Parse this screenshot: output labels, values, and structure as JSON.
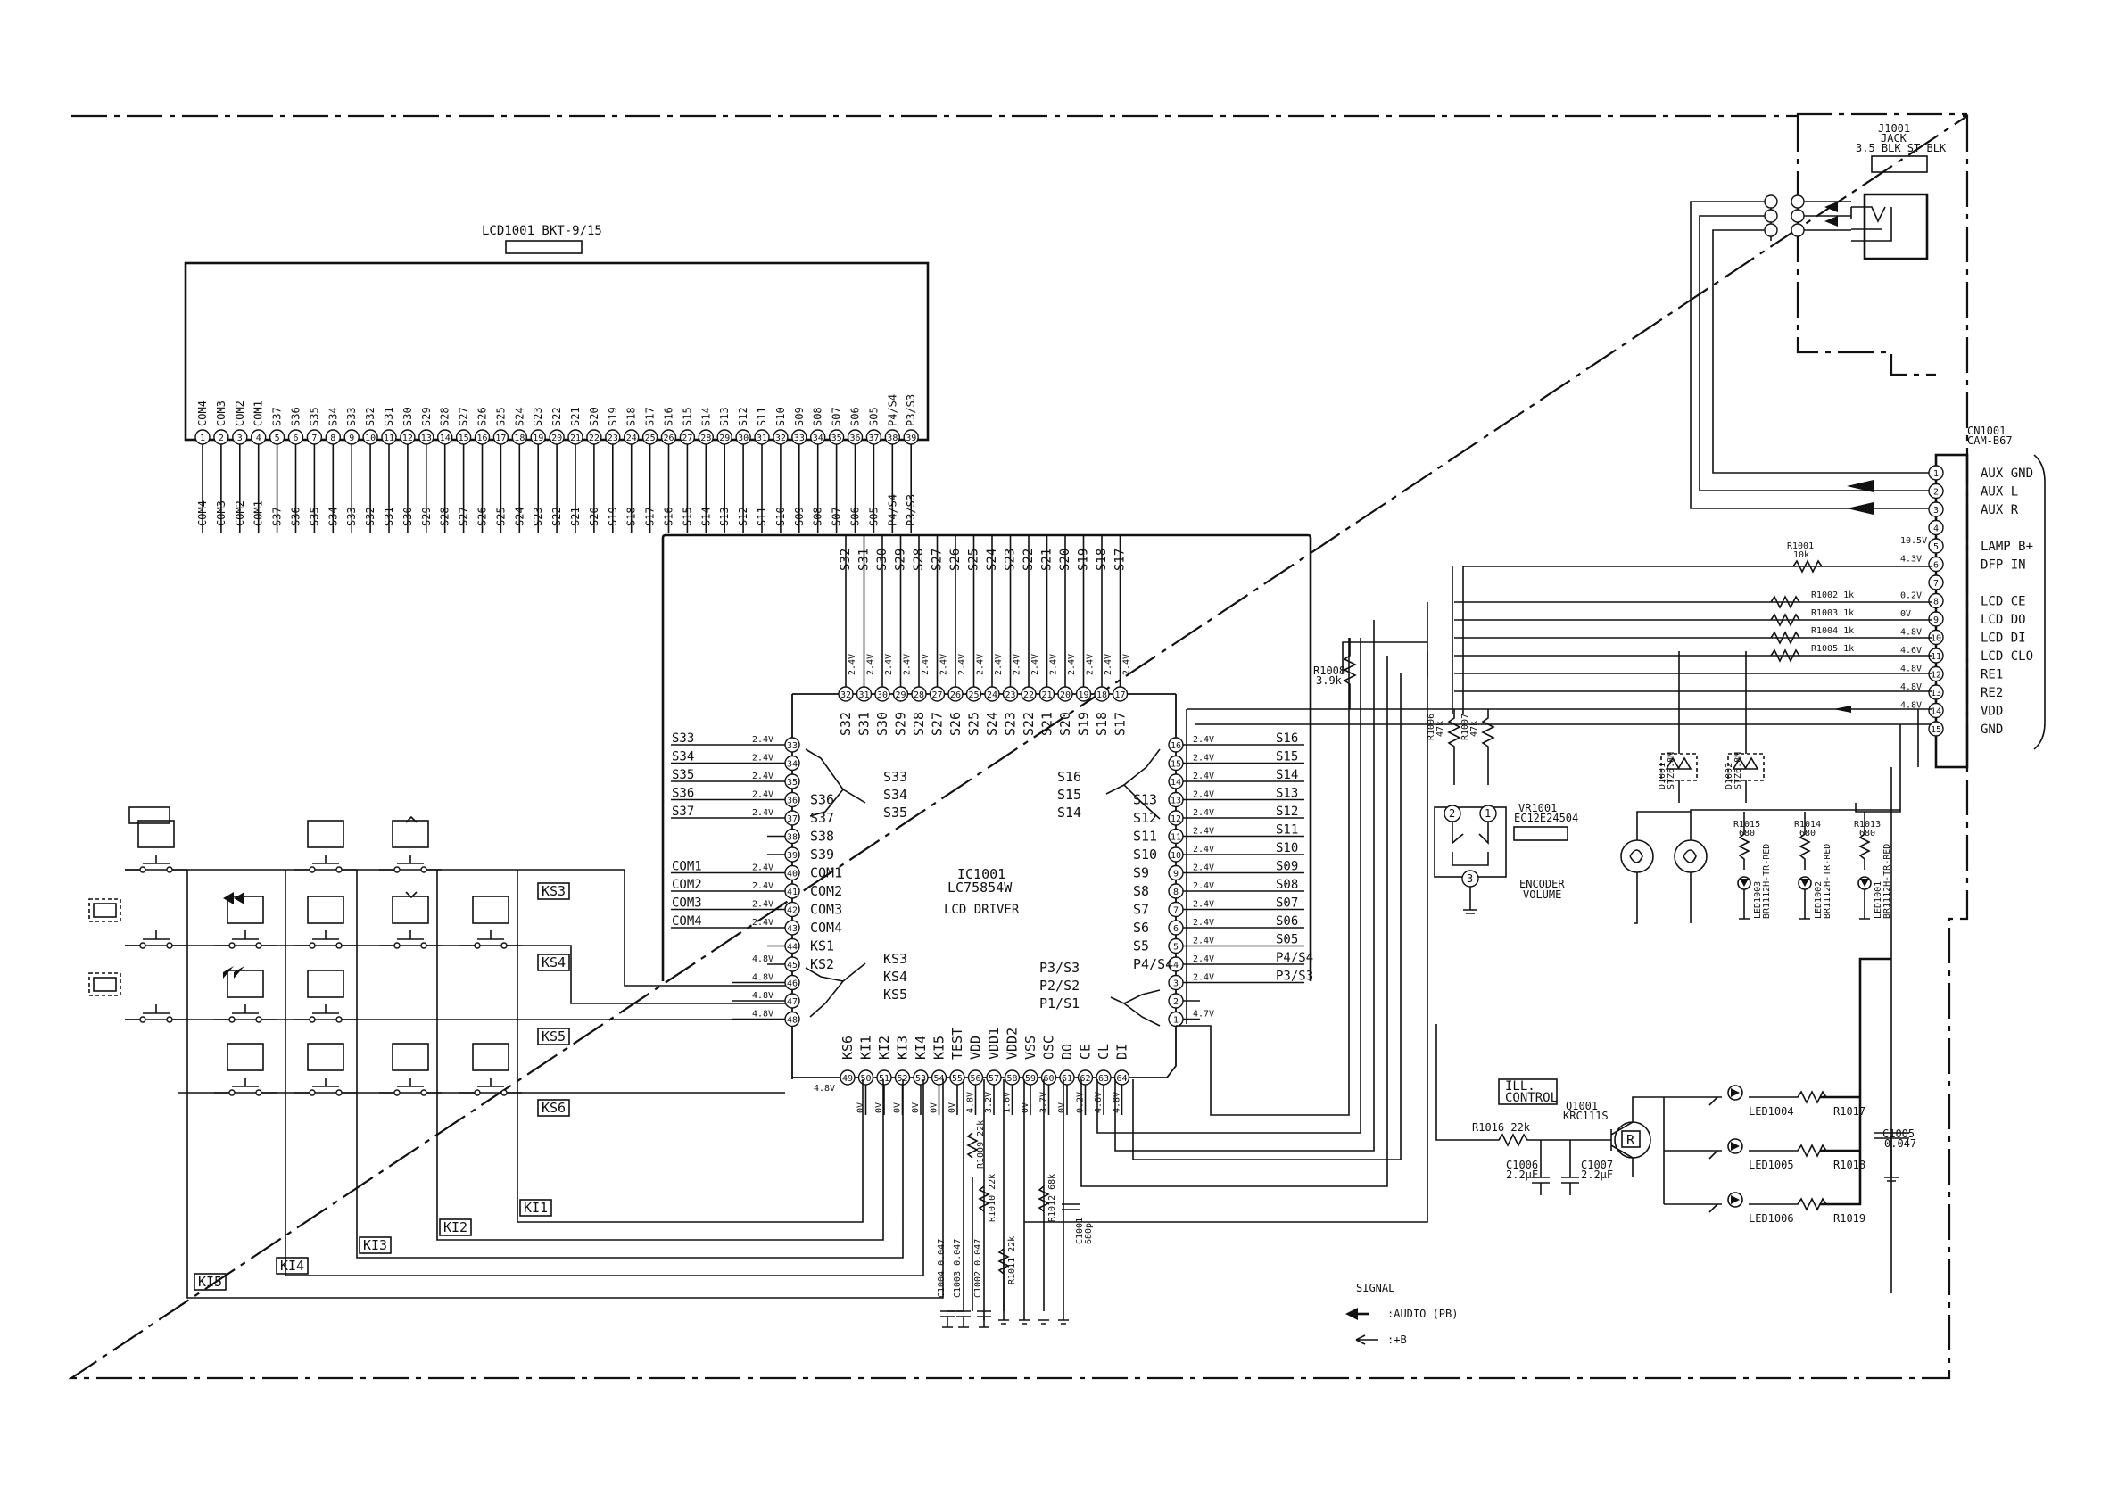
{
  "lcd": {
    "ref": "LCD1001 BKT-9/15",
    "pins": [
      "COM4",
      "COM3",
      "COM2",
      "COM1",
      "S37",
      "S36",
      "S35",
      "S34",
      "S33",
      "S32",
      "S31",
      "S30",
      "S29",
      "S28",
      "S27",
      "S26",
      "S25",
      "S24",
      "S23",
      "S22",
      "S21",
      "S20",
      "S19",
      "S18",
      "S17",
      "S16",
      "S15",
      "S14",
      "S13",
      "S12",
      "S11",
      "S10",
      "S09",
      "S08",
      "S07",
      "S06",
      "S05",
      "P4/S4",
      "P3/S3"
    ]
  },
  "ic": {
    "ref": "IC1001",
    "part": "LC75854W",
    "function": "LCD DRIVER",
    "top_pins": [
      {
        "num": "32",
        "name": "S32",
        "volt": "2.4V"
      },
      {
        "num": "31",
        "name": "S31",
        "volt": "2.4V"
      },
      {
        "num": "30",
        "name": "S30",
        "volt": "2.4V"
      },
      {
        "num": "29",
        "name": "S29",
        "volt": "2.4V"
      },
      {
        "num": "28",
        "name": "S28",
        "volt": "2.4V"
      },
      {
        "num": "27",
        "name": "S27",
        "volt": "2.4V"
      },
      {
        "num": "26",
        "name": "S26",
        "volt": "2.4V"
      },
      {
        "num": "25",
        "name": "S25",
        "volt": "2.4V"
      },
      {
        "num": "24",
        "name": "S24",
        "volt": "2.4V"
      },
      {
        "num": "23",
        "name": "S23",
        "volt": "2.4V"
      },
      {
        "num": "22",
        "name": "S22",
        "volt": "2.4V"
      },
      {
        "num": "21",
        "name": "S21",
        "volt": "2.4V"
      },
      {
        "num": "20",
        "name": "S20",
        "volt": "2.4V"
      },
      {
        "num": "19",
        "name": "S19",
        "volt": "2.4V"
      },
      {
        "num": "18",
        "name": "S18",
        "volt": "2.4V"
      },
      {
        "num": "17",
        "name": "S17",
        "volt": "2.4V"
      }
    ],
    "left_pins": [
      {
        "num": "33",
        "net": "S33",
        "volt": "2.4V",
        "name": ""
      },
      {
        "num": "34",
        "net": "S34",
        "volt": "2.4V",
        "name": ""
      },
      {
        "num": "35",
        "net": "S35",
        "volt": "2.4V",
        "name": ""
      },
      {
        "num": "36",
        "net": "S36",
        "volt": "2.4V",
        "name": "S36"
      },
      {
        "num": "37",
        "net": "S37",
        "volt": "2.4V",
        "name": "S37"
      },
      {
        "num": "38",
        "net": "",
        "volt": "",
        "name": "S38"
      },
      {
        "num": "39",
        "net": "",
        "volt": "",
        "name": "S39"
      },
      {
        "num": "40",
        "net": "COM1",
        "volt": "2.4V",
        "name": "COM1"
      },
      {
        "num": "41",
        "net": "COM2",
        "volt": "2.4V",
        "name": "COM2"
      },
      {
        "num": "42",
        "net": "COM3",
        "volt": "2.4V",
        "name": "COM3"
      },
      {
        "num": "43",
        "net": "COM4",
        "volt": "2.4V",
        "name": "COM4"
      },
      {
        "num": "44",
        "net": "",
        "volt": "",
        "name": "KS1"
      },
      {
        "num": "45",
        "net": "",
        "volt": "4.8V",
        "name": "KS2"
      },
      {
        "num": "46",
        "net": "",
        "volt": "4.8V",
        "name": ""
      },
      {
        "num": "47",
        "net": "",
        "volt": "4.8V",
        "name": ""
      },
      {
        "num": "48",
        "net": "",
        "volt": "4.8V",
        "name": ""
      }
    ],
    "left_group_top": [
      "S33",
      "S34",
      "S35"
    ],
    "left_group_bottom": [
      "KS3",
      "KS4",
      "KS5"
    ],
    "right_pins": [
      {
        "num": "16",
        "net": "S16",
        "volt": "2.4V",
        "name": ""
      },
      {
        "num": "15",
        "net": "S15",
        "volt": "2.4V",
        "name": ""
      },
      {
        "num": "14",
        "net": "S14",
        "volt": "2.4V",
        "name": ""
      },
      {
        "num": "13",
        "net": "S13",
        "volt": "2.4V",
        "name": "S13"
      },
      {
        "num": "12",
        "net": "S12",
        "volt": "2.4V",
        "name": "S12"
      },
      {
        "num": "11",
        "net": "S11",
        "volt": "2.4V",
        "name": "S11"
      },
      {
        "num": "10",
        "net": "S10",
        "volt": "2.4V",
        "name": "S10"
      },
      {
        "num": "9",
        "net": "S09",
        "volt": "2.4V",
        "name": "S9"
      },
      {
        "num": "8",
        "net": "S08",
        "volt": "2.4V",
        "name": "S8"
      },
      {
        "num": "7",
        "net": "S07",
        "volt": "2.4V",
        "name": "S7"
      },
      {
        "num": "6",
        "net": "S06",
        "volt": "2.4V",
        "name": "S6"
      },
      {
        "num": "5",
        "net": "S05",
        "volt": "2.4V",
        "name": "S5"
      },
      {
        "num": "4",
        "net": "P4/S4",
        "volt": "2.4V",
        "name": "P4/S4"
      },
      {
        "num": "3",
        "net": "P3/S3",
        "volt": "2.4V",
        "name": ""
      },
      {
        "num": "2",
        "net": "",
        "volt": "",
        "name": ""
      },
      {
        "num": "1",
        "net": "",
        "volt": "4.7V",
        "name": ""
      }
    ],
    "right_group_top": [
      "S16",
      "S15",
      "S14"
    ],
    "right_group_bottom": [
      "P3/S3",
      "P2/S2",
      "P1/S1"
    ],
    "bottom_pins": [
      {
        "num": "49",
        "name": "KS6",
        "volt": "4.8V"
      },
      {
        "num": "50",
        "name": "KI1",
        "volt": "0V"
      },
      {
        "num": "51",
        "name": "KI2",
        "volt": "0V"
      },
      {
        "num": "52",
        "name": "KI3",
        "volt": "0V"
      },
      {
        "num": "53",
        "name": "KI4",
        "volt": "0V"
      },
      {
        "num": "54",
        "name": "KI5",
        "volt": "0V"
      },
      {
        "num": "55",
        "name": "TEST",
        "volt": "0V"
      },
      {
        "num": "56",
        "name": "VDD",
        "volt": "4.8V"
      },
      {
        "num": "57",
        "name": "VDD1",
        "volt": "3.2V"
      },
      {
        "num": "58",
        "name": "VDD2",
        "volt": "1.6V"
      },
      {
        "num": "59",
        "name": "VSS",
        "volt": "0V"
      },
      {
        "num": "60",
        "name": "OSC",
        "volt": "3.7V"
      },
      {
        "num": "61",
        "name": "DO",
        "volt": "0V"
      },
      {
        "num": "62",
        "name": "CE",
        "volt": "0.2V"
      },
      {
        "num": "63",
        "name": "CL",
        "volt": "4.6V"
      },
      {
        "num": "64",
        "name": "DI",
        "volt": "4.8V"
      }
    ]
  },
  "keys": {
    "scan_labels": [
      "KS3",
      "KS4",
      "KS5",
      "KS6"
    ],
    "input_labels": [
      "KI1",
      "KI2",
      "KI3",
      "KI4",
      "KI5"
    ]
  },
  "caps_bottom": [
    {
      "ref": "C1004",
      "val": "0.047"
    },
    {
      "ref": "C1003",
      "val": "0.047"
    },
    {
      "ref": "C1002",
      "val": "0.047"
    }
  ],
  "res_bottom": [
    {
      "ref": "R1009",
      "val": "22k"
    },
    {
      "ref": "R1010",
      "val": "22k"
    },
    {
      "ref": "R1011",
      "val": "22k"
    },
    {
      "ref": "R1012",
      "val": "68k"
    }
  ],
  "c1001": {
    "ref": "C1001",
    "val": "680p"
  },
  "jack": {
    "ref": "J1001",
    "l1": "JACK",
    "l2": "3.5 BLK ST BLK"
  },
  "connector": {
    "ref": "CN1001",
    "part": "CAM-B67",
    "pins": [
      {
        "num": "1",
        "label": "AUX GND",
        "volt": ""
      },
      {
        "num": "2",
        "label": "AUX L",
        "volt": ""
      },
      {
        "num": "3",
        "label": "AUX R",
        "volt": ""
      },
      {
        "num": "4",
        "label": "",
        "volt": ""
      },
      {
        "num": "5",
        "label": "LAMP B+",
        "volt": "10.5V"
      },
      {
        "num": "6",
        "label": "DFP IN",
        "volt": "4.3V"
      },
      {
        "num": "7",
        "label": "",
        "volt": ""
      },
      {
        "num": "8",
        "label": "LCD CE",
        "volt": "0.2V"
      },
      {
        "num": "9",
        "label": "LCD DO",
        "volt": "0V"
      },
      {
        "num": "10",
        "label": "LCD DI",
        "volt": "4.8V"
      },
      {
        "num": "11",
        "label": "LCD CLO",
        "volt": "4.6V"
      },
      {
        "num": "12",
        "label": "RE1",
        "volt": "4.8V"
      },
      {
        "num": "13",
        "label": "RE2",
        "volt": "4.8V"
      },
      {
        "num": "14",
        "label": "VDD",
        "volt": "4.8V"
      },
      {
        "num": "15",
        "label": "GND",
        "volt": ""
      }
    ]
  },
  "res_right": [
    {
      "ref": "R1001",
      "val": "10k"
    },
    {
      "ref": "R1002",
      "val": "1k"
    },
    {
      "ref": "R1003",
      "val": "1k"
    },
    {
      "ref": "R1004",
      "val": "1k"
    },
    {
      "ref": "R1005",
      "val": "1k"
    }
  ],
  "r1008": {
    "ref": "R1008",
    "val": "3.9k"
  },
  "r1006": {
    "ref": "R1006",
    "val": "47k"
  },
  "r1007": {
    "ref": "R1007",
    "val": "47k"
  },
  "vr1001": {
    "ref": "VR1001",
    "part": "EC12E24504",
    "l1": "ENCODER",
    "l2": "VOLUME"
  },
  "diodes": [
    {
      "ref": "D1001",
      "part": "STZ6.8N"
    },
    {
      "ref": "D1002",
      "part": "STZ6.8N"
    }
  ],
  "led_res": [
    {
      "ref": "R1015",
      "val": "680"
    },
    {
      "ref": "R1014",
      "val": "680"
    },
    {
      "ref": "R1013",
      "val": "680"
    }
  ],
  "leds_red": [
    {
      "ref": "LED1003",
      "part": "BR1112H-TR-RED"
    },
    {
      "ref": "LED1002",
      "part": "BR1112H-TR-RED"
    },
    {
      "ref": "LED1001",
      "part": "BR1112H-TR-RED"
    }
  ],
  "ill": {
    "l1": "ILL.",
    "l2": "CONTROL",
    "q_ref": "Q1001",
    "q_part": "KRC111S",
    "q_mark": "R",
    "r1016": "R1016 22k",
    "c1006_ref": "C1006",
    "c1006_val": "2.2μF",
    "c1007_ref": "C1007",
    "c1007_val": "2.2μF",
    "leds": [
      "LED1004",
      "LED1005",
      "LED1006"
    ],
    "res": [
      "R1017",
      "R1018",
      "R1019"
    ],
    "c1005_ref": "C1005",
    "c1005_val": "0.047"
  },
  "legend": {
    "title": "SIGNAL",
    "audio": ":AUDIO (PB)",
    "b": ":+B"
  }
}
